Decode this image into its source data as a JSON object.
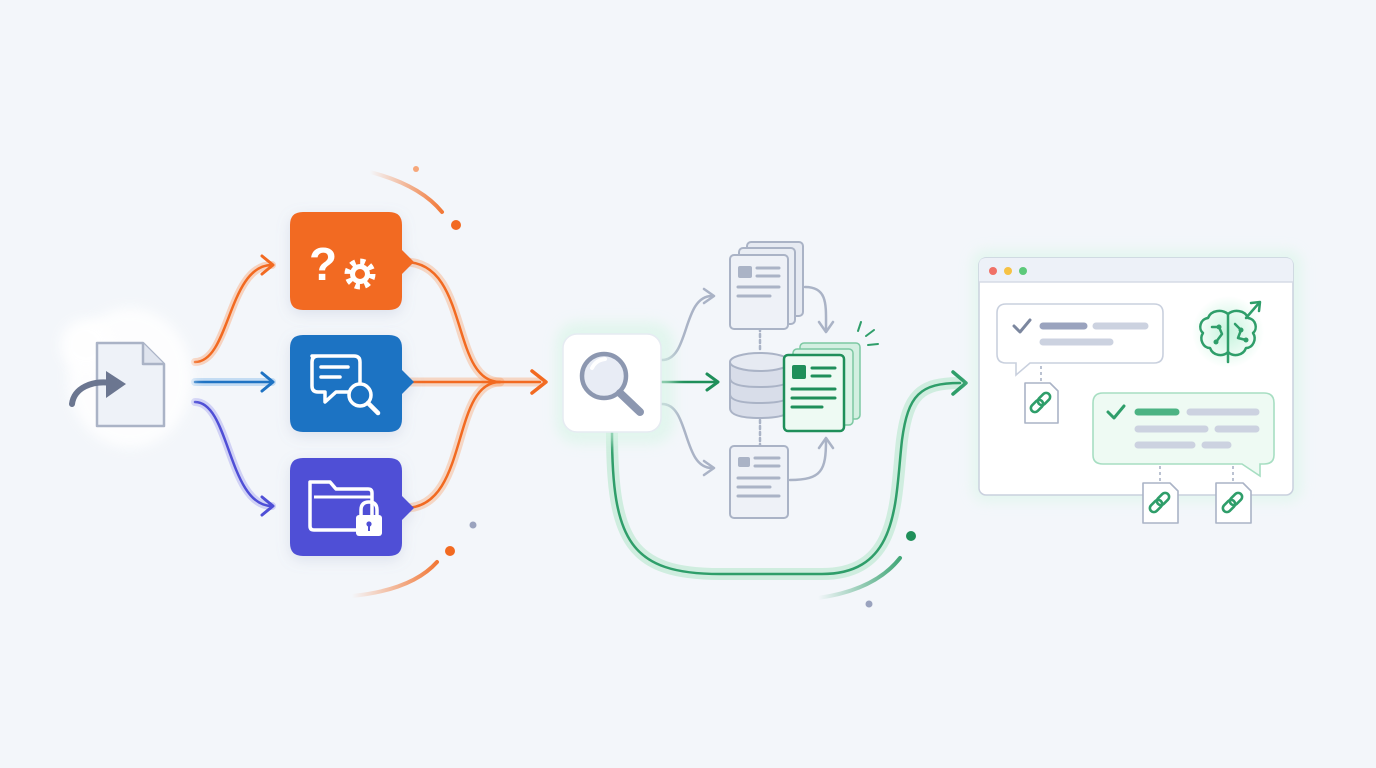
{
  "colors": {
    "background": "#f3f6fa",
    "orange": "#f26a21",
    "blue": "#1f73c3",
    "indigo": "#4f4fd6",
    "green": "#2f9e6a",
    "slate": "#8c97b0",
    "slate_light": "#dfe4ee",
    "window_dot_red": "#f07167",
    "window_dot_yellow": "#f6c244",
    "window_dot_green": "#5cc97a"
  },
  "nodes": {
    "input_document": {
      "icon": "document-import-icon"
    },
    "route_question": {
      "icon": "question-gear-icon",
      "color": "orange"
    },
    "route_search": {
      "icon": "chat-search-icon",
      "color": "blue"
    },
    "route_secure": {
      "icon": "locked-folder-icon",
      "color": "indigo"
    },
    "retrieval": {
      "icon": "magnifier-icon"
    },
    "vector_store": {
      "icon": "database-icon"
    },
    "ranked_document": {
      "icon": "highlighted-document-icon",
      "color": "green"
    },
    "answer_window": {
      "icon": "browser-window-icon",
      "badge_icon": "ai-brain-icon",
      "answers": [
        {
          "icon": "check-icon",
          "citations": 1
        },
        {
          "icon": "check-icon",
          "citations": 2
        }
      ]
    }
  }
}
